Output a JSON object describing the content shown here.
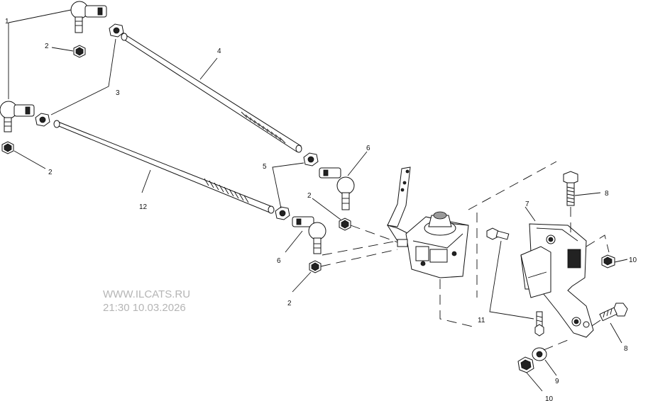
{
  "callouts": {
    "c1": "1",
    "c2a": "2",
    "c2b": "2",
    "c2c": "2",
    "c2d": "2",
    "c3": "3",
    "c4": "4",
    "c5": "5",
    "c6a": "6",
    "c6b": "6",
    "c7": "7",
    "c8a": "8",
    "c8b": "8",
    "c9": "9",
    "c10a": "10",
    "c10b": "10",
    "c11": "11",
    "c12": "12"
  },
  "watermark": {
    "site": "WWW.ILCATS.RU",
    "stamp": "21:30 10.03.2026"
  }
}
